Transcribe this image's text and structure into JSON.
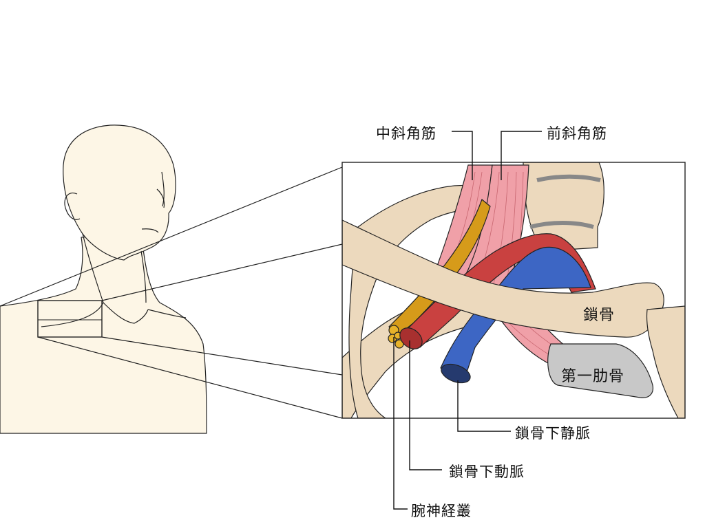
{
  "labels": {
    "middle_scalene": "中斜角筋",
    "anterior_scalene": "前斜角筋",
    "clavicle": "鎖骨",
    "first_rib": "第一肋骨",
    "subclavian_vein": "鎖骨下静脈",
    "subclavian_artery": "鎖骨下動脈",
    "brachial_plexus": "腕神経叢"
  },
  "colors": {
    "skin": "#fdf6e6",
    "bone": "#ecd9bd",
    "muscle": "#f0a0a8",
    "muscle_stripe": "#c86670",
    "artery": "#c94140",
    "vein": "#3d66c4",
    "vein_lumen": "#253a6e",
    "nerve": "#d69b1a",
    "rib": "#c8c8c8",
    "line": "#222222"
  }
}
